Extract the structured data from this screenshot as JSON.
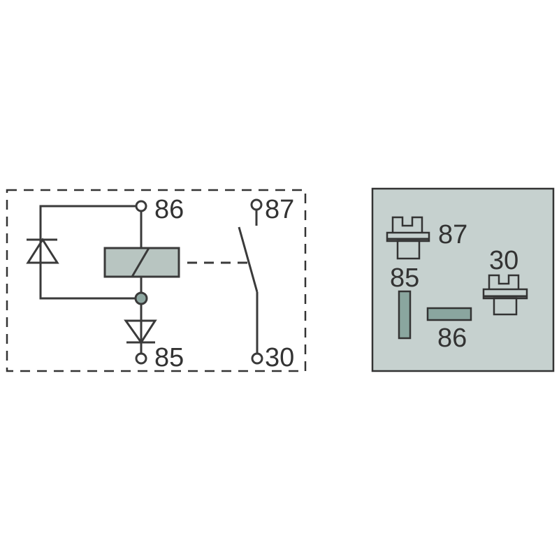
{
  "schematic": {
    "terminals": {
      "t86": "86",
      "t85": "85",
      "t87": "87",
      "t30": "30"
    }
  },
  "pinout": {
    "terminals": {
      "t87": "87",
      "t85": "85",
      "t86": "86",
      "t30": "30"
    }
  },
  "colors": {
    "coil": "#b8c5c1",
    "junction": "#8fa8a2",
    "panel": "#c6d1cf",
    "blade": "#8aa69f",
    "line": "#3a3a3a"
  }
}
